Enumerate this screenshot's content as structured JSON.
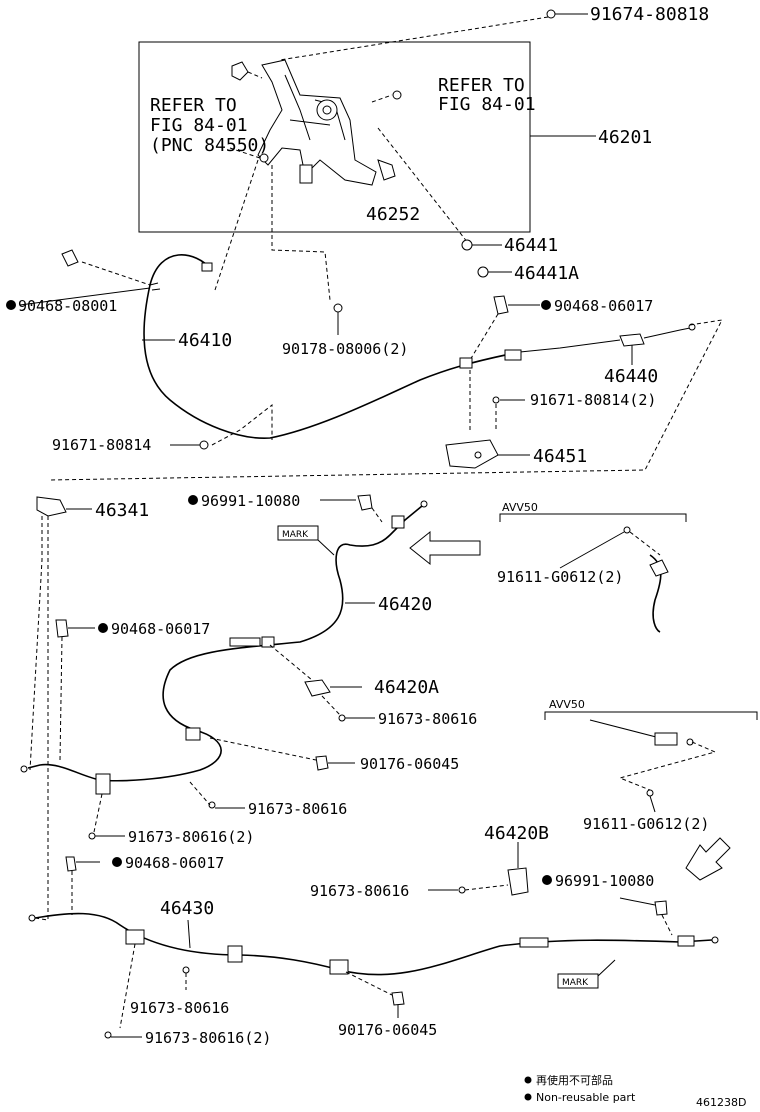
{
  "diagram_id": "461238D",
  "refer_left": [
    "REFER TO",
    "FIG 84-01",
    "(PNC 84550)"
  ],
  "refer_right": [
    "REFER TO",
    "FIG 84-01"
  ],
  "variant_label": "AVV50",
  "mark_label": "MARK",
  "legend": {
    "jp": "再使用不可部品",
    "en": "Non-reusable part"
  },
  "parts": {
    "p91674_80818": "91674-80818",
    "p46201": "46201",
    "p46252": "46252",
    "p46441": "46441",
    "p46441A": "46441A",
    "p90468_08001": "90468-08001",
    "p90468_06017_a": "90468-06017",
    "p46410": "46410",
    "p90178_08006": "90178-08006(2)",
    "p46440": "46440",
    "p91671_80814_2": "91671-80814(2)",
    "p91671_80814": "91671-80814",
    "p46451": "46451",
    "p46341": "46341",
    "p96991_10080_a": "96991-10080",
    "p91611_G0612_a": "91611-G0612(2)",
    "p46420": "46420",
    "p90468_06017_b": "90468-06017",
    "p46420A": "46420A",
    "p91673_80616_a": "91673-80616",
    "p90176_06045_a": "90176-06045",
    "p91673_80616_b": "91673-80616",
    "p91611_G0612_b": "91611-G0612(2)",
    "p91673_80616_2a": "91673-80616(2)",
    "p90468_06017_c": "90468-06017",
    "p46420B": "46420B",
    "p91673_80616_c": "91673-80616",
    "p96991_10080_b": "96991-10080",
    "p46430": "46430",
    "p91673_80616_d": "91673-80616",
    "p91673_80616_2b": "91673-80616(2)",
    "p90176_06045_b": "90176-06045"
  }
}
